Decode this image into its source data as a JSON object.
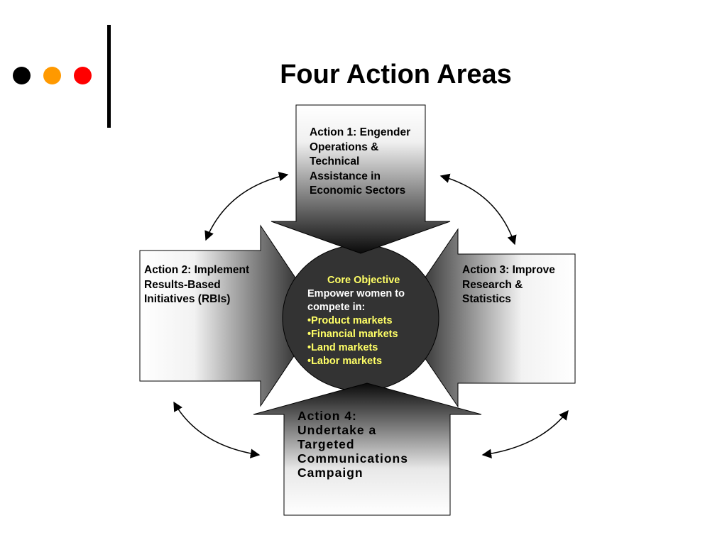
{
  "slide": {
    "title": "Four Action Areas",
    "bullet_colors": [
      "#000000",
      "#ff9900",
      "#ff0000"
    ]
  },
  "core": {
    "title": "Core Objective",
    "intro": "Empower women to compete in:",
    "markets": [
      "Product markets",
      "Financial markets",
      "Land markets",
      "Labor markets"
    ]
  },
  "actions": [
    {
      "text": "Action 1: Engender Operations & Technical Assistance in Economic Sectors",
      "lines": [
        "Action 1: Engender",
        "Operations &",
        "Technical",
        "Assistance in",
        "Economic Sectors"
      ]
    },
    {
      "text": "Action 2: Implement Results-Based Initiatives (RBIs)",
      "lines": [
        "Action 2: Implement",
        "Results-Based",
        "Initiatives (RBIs)"
      ]
    },
    {
      "text": "Action 3: Improve Research & Statistics",
      "lines": [
        "Action 3: Improve",
        "Research &",
        "Statistics"
      ]
    },
    {
      "text": "Action 4: Undertake a Targeted Communications Campaign",
      "lines": [
        "Action 4:",
        "Undertake a",
        "Targeted",
        "Communications",
        "Campaign"
      ]
    }
  ],
  "colors": {
    "circle": "#333333",
    "core_highlight": "#ffff66",
    "arrow_dark": "#000000",
    "arrow_light": "#ffffff"
  }
}
